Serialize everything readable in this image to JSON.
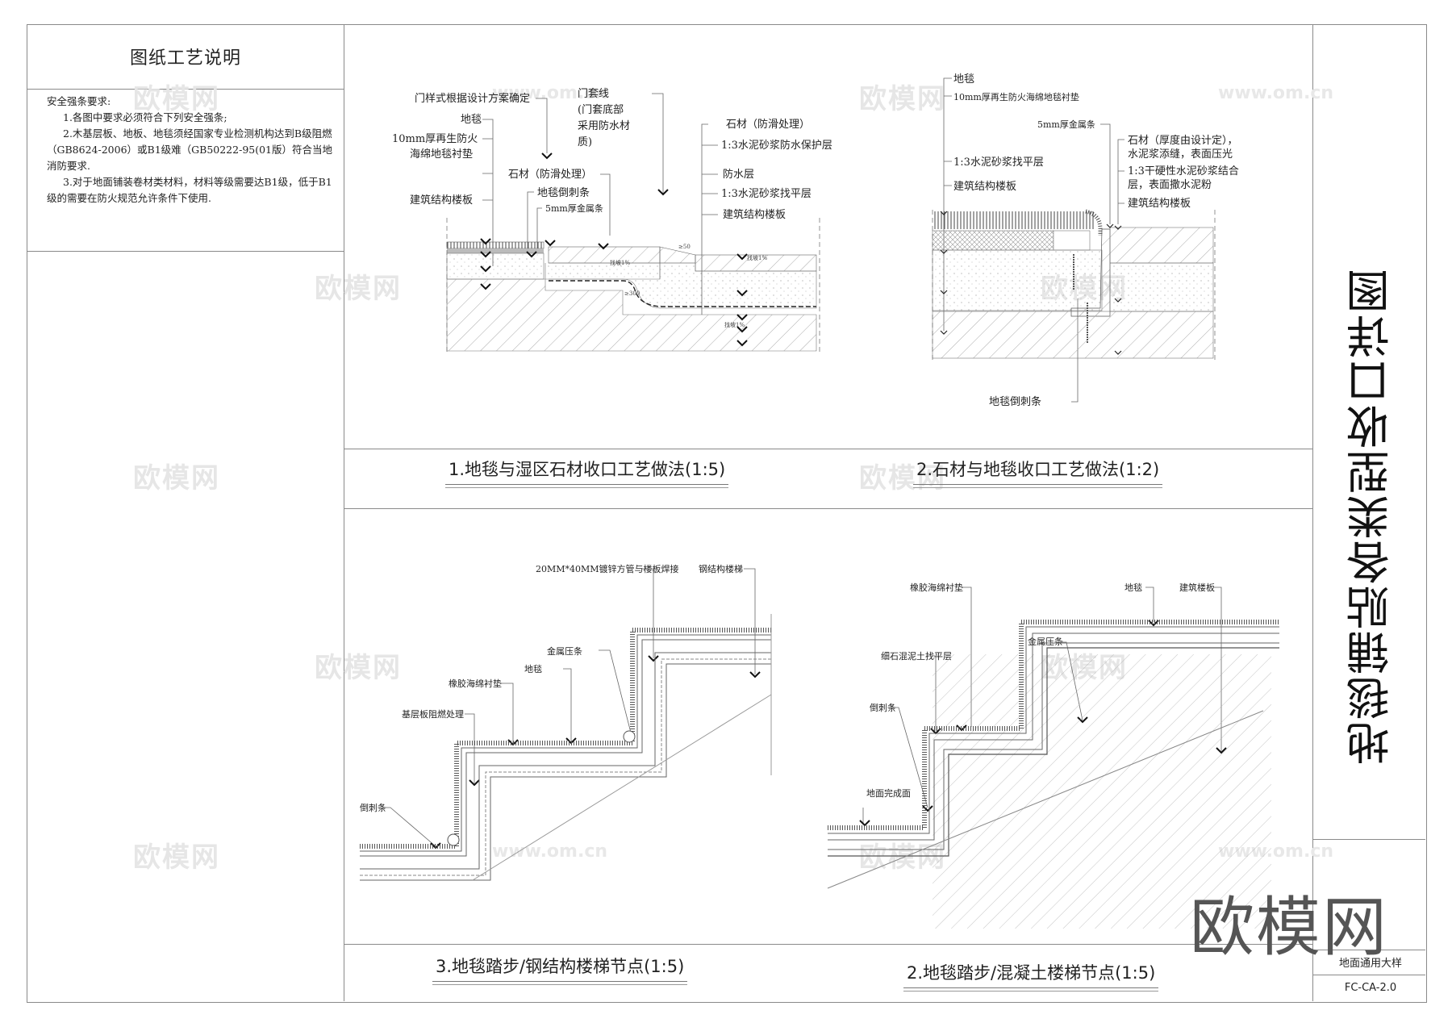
{
  "notes_panel": {
    "title": "图纸工艺说明",
    "heading": "安全强条要求:",
    "items": [
      "1.各图中要求必须符合下列安全强条;",
      "2.木基层板、地板、地毯须经国家专业检测机构达到B级阻燃（GB8624-2006）或B1级难（GB50222-95(01版）符合当地消防要求.",
      "3.对于地面铺装卷材类材料，材料等级需要达B1级，低于B1级的需要在防火规范允许条件下使用."
    ]
  },
  "detail1": {
    "caption": "1.地毯与湿区石材收口工艺做法(1:5)",
    "labels_left": [
      "门样式根据设计方案确定",
      "地毯",
      "10mm厚再生防火",
      "海绵地毯衬垫",
      "建筑结构楼板"
    ],
    "labels_mid": [
      "门套线",
      "(门套底部",
      "采用防水材",
      "质)",
      "石材（防滑处理）",
      "地毯倒刺条",
      "5mm厚金属条"
    ],
    "labels_right": [
      "石材（防滑处理）",
      "1:3水泥砂浆防水保护层",
      "防水层",
      "1:3水泥砂浆找平层",
      "建筑结构楼板"
    ],
    "dims": [
      "≥50",
      "≥300",
      "找坡1%",
      "找坡1%",
      "找坡1%"
    ]
  },
  "detail2": {
    "caption": "2.石材与地毯收口工艺做法(1:2)",
    "labels_left": [
      "地毯",
      "10mm厚再生防火海绵地毯衬垫",
      "1:3水泥砂浆找平层",
      "建筑结构楼板"
    ],
    "label_strip": "5mm厚金属条",
    "labels_right": [
      "石材（厚度由设计定），",
      "水泥浆添缝，表面压光",
      "1:3干硬性水泥砂浆结合",
      "层，表面撒水泥粉",
      "建筑结构楼板"
    ],
    "label_bottom": "地毯倒刺条"
  },
  "detail3": {
    "caption": "3.地毯踏步/钢结构楼梯节点(1:5)",
    "labels": [
      "20MM*40MM镀锌方管与楼板焊接",
      "钢结构楼梯",
      "金属压条",
      "地毯",
      "橡胶海绵衬垫",
      "基层板阻燃处理",
      "倒刺条"
    ]
  },
  "detail4": {
    "caption": "2.地毯踏步/混凝土楼梯节点(1:5)",
    "labels": [
      "橡胶海绵衬垫",
      "地毯",
      "建筑楼板",
      "金属压条",
      "细石混泥土找平层",
      "倒刺条",
      "地面完成面"
    ]
  },
  "title_block": {
    "sheet_title": "地毯铺贴各类型收口详图",
    "sheet_name": "地面通用大样",
    "sheet_code": "FC-CA-2.0"
  },
  "watermark": {
    "brand": "欧模网",
    "url": "www.om.cn"
  }
}
